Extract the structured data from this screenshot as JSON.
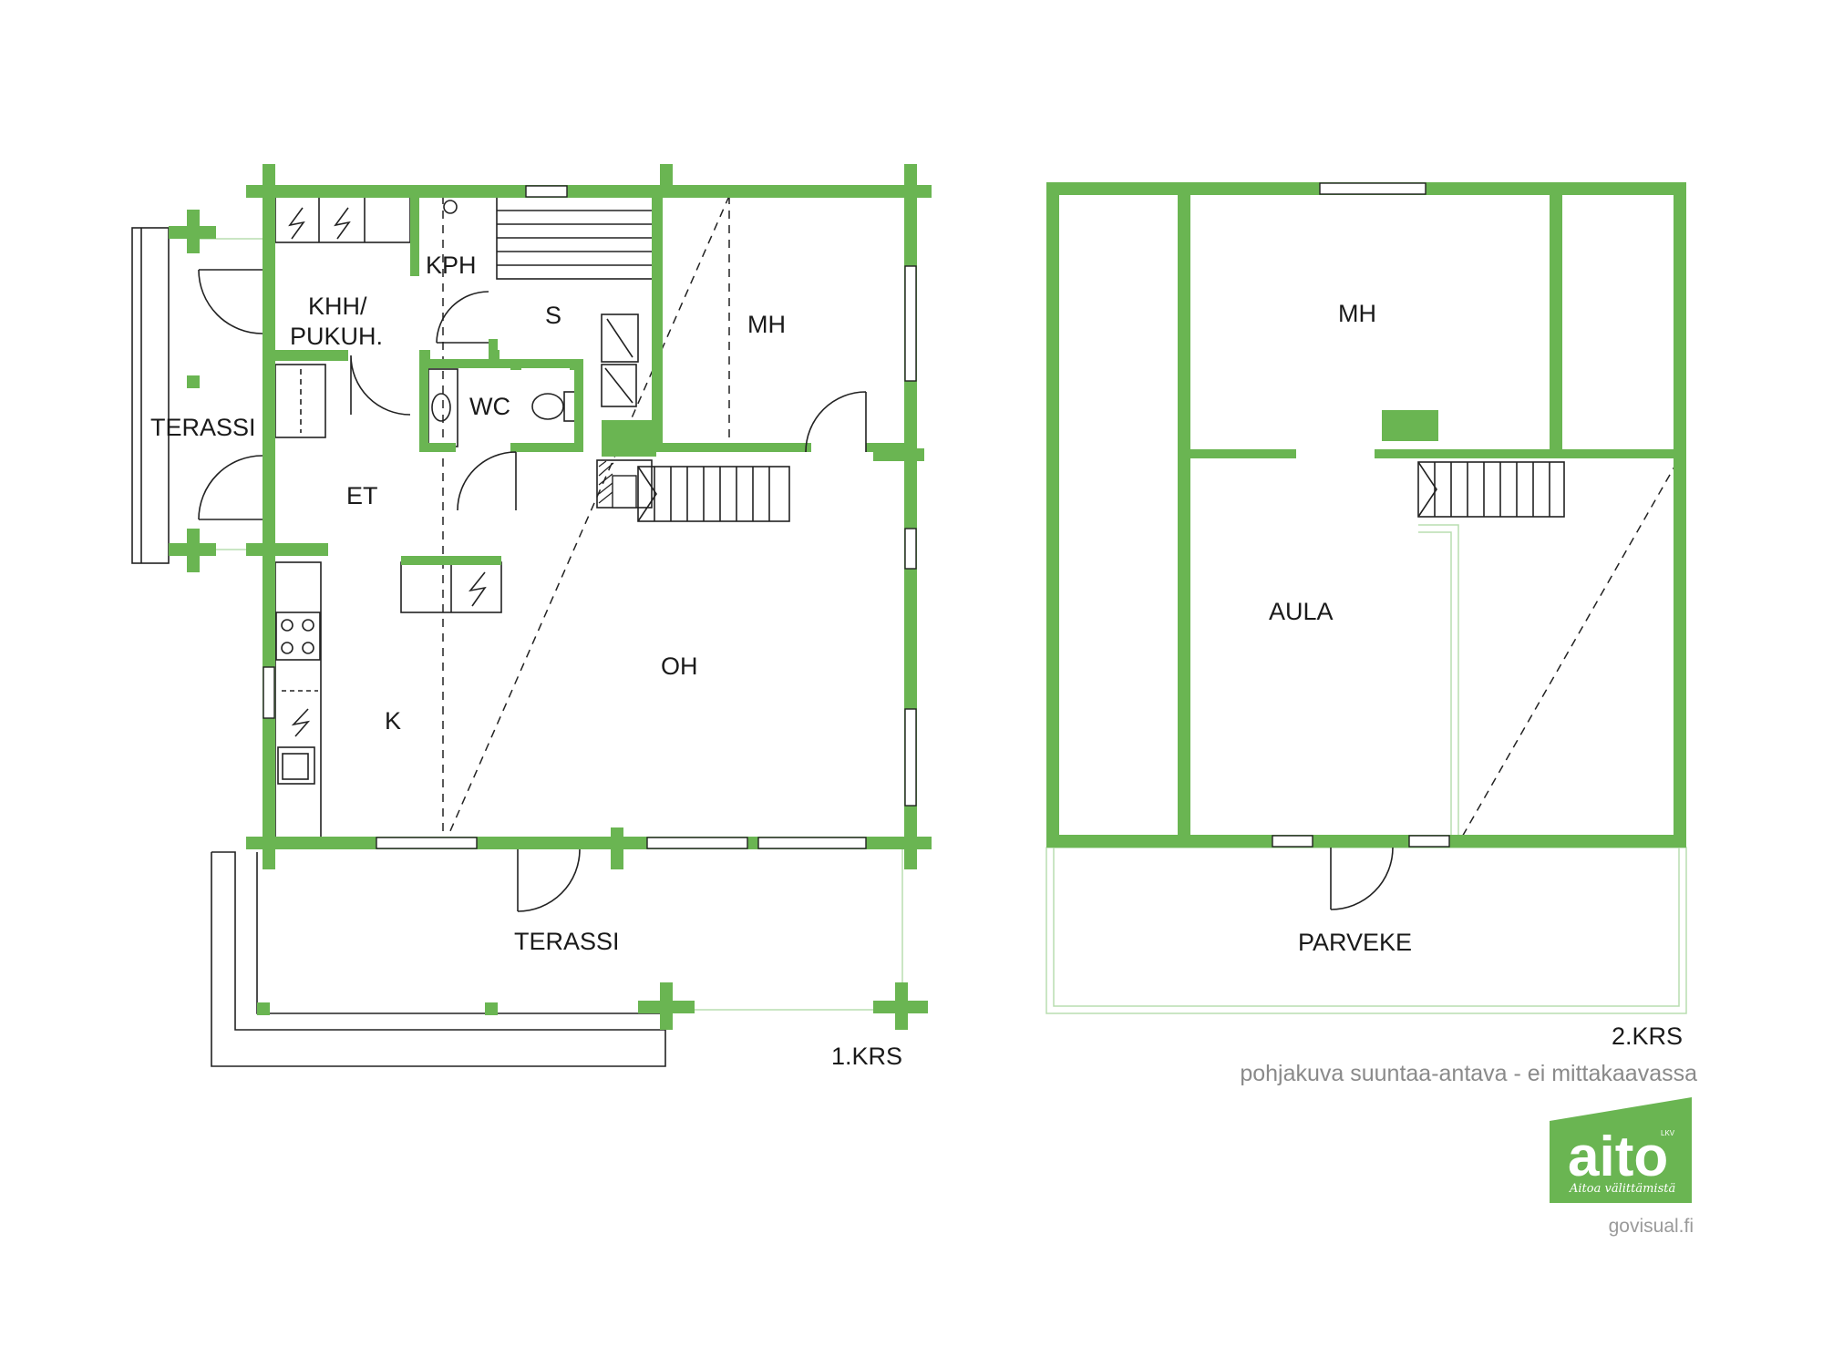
{
  "colors": {
    "wall": "#6ab552",
    "line": "#222222",
    "thin": "#9bcf8a",
    "logo_bg": "#6ab552"
  },
  "floor1": {
    "label": "1.KRS",
    "rooms": {
      "khh": "KHH/",
      "pukuh": "PUKUH.",
      "kph": "KPH",
      "s": "S",
      "mh": "MH",
      "wc": "WC",
      "terassi_side": "TERASSI",
      "et": "ET",
      "oh": "OH",
      "k": "K",
      "terassi_front": "TERASSI"
    }
  },
  "floor2": {
    "label": "2.KRS",
    "rooms": {
      "mh": "MH",
      "aula": "AULA",
      "parveke": "PARVEKE"
    }
  },
  "disclaimer": "pohjakuva suuntaa-antava - ei mittakaavassa",
  "logo": {
    "word": "aito",
    "superscript": "LKV",
    "tagline": "Aitoa välittämistä"
  },
  "credit": "govisual.fi"
}
